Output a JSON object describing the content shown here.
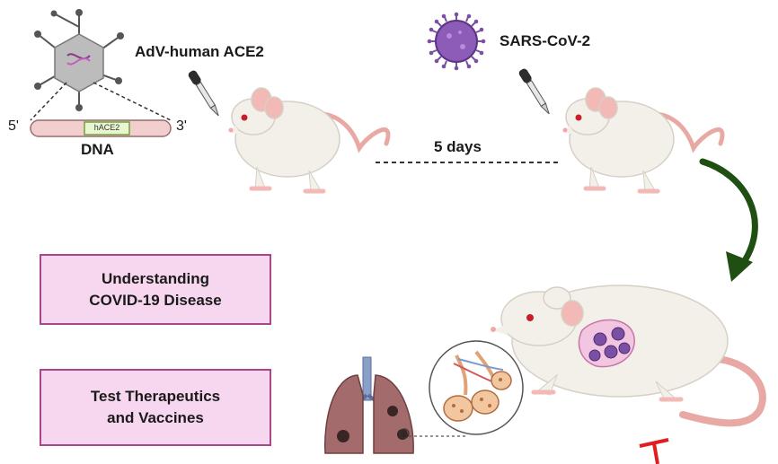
{
  "top": {
    "vector_label": "AdV-human ACE2",
    "virus_label": "SARS-CoV-2",
    "duration_label": "5 days"
  },
  "dna": {
    "five_prime": "5'",
    "three_prime": "3'",
    "insert_label": "hACE2",
    "caption": "DNA"
  },
  "outcomes": [
    {
      "line1": "Understanding",
      "line2": "COVID-19 Disease"
    },
    {
      "line1": "Test Therapeutics",
      "line2": "and Vaccines"
    }
  ],
  "colors": {
    "box_fill": "#f7d7ef",
    "box_border": "#a8468e",
    "arrow": "#1f4f12",
    "virus": "#7b4fa3",
    "mouse_body": "#f3f0ea",
    "mouse_ear": "#f2b9b6",
    "lung": "#a36b6b",
    "inhibit": "#e02020"
  }
}
